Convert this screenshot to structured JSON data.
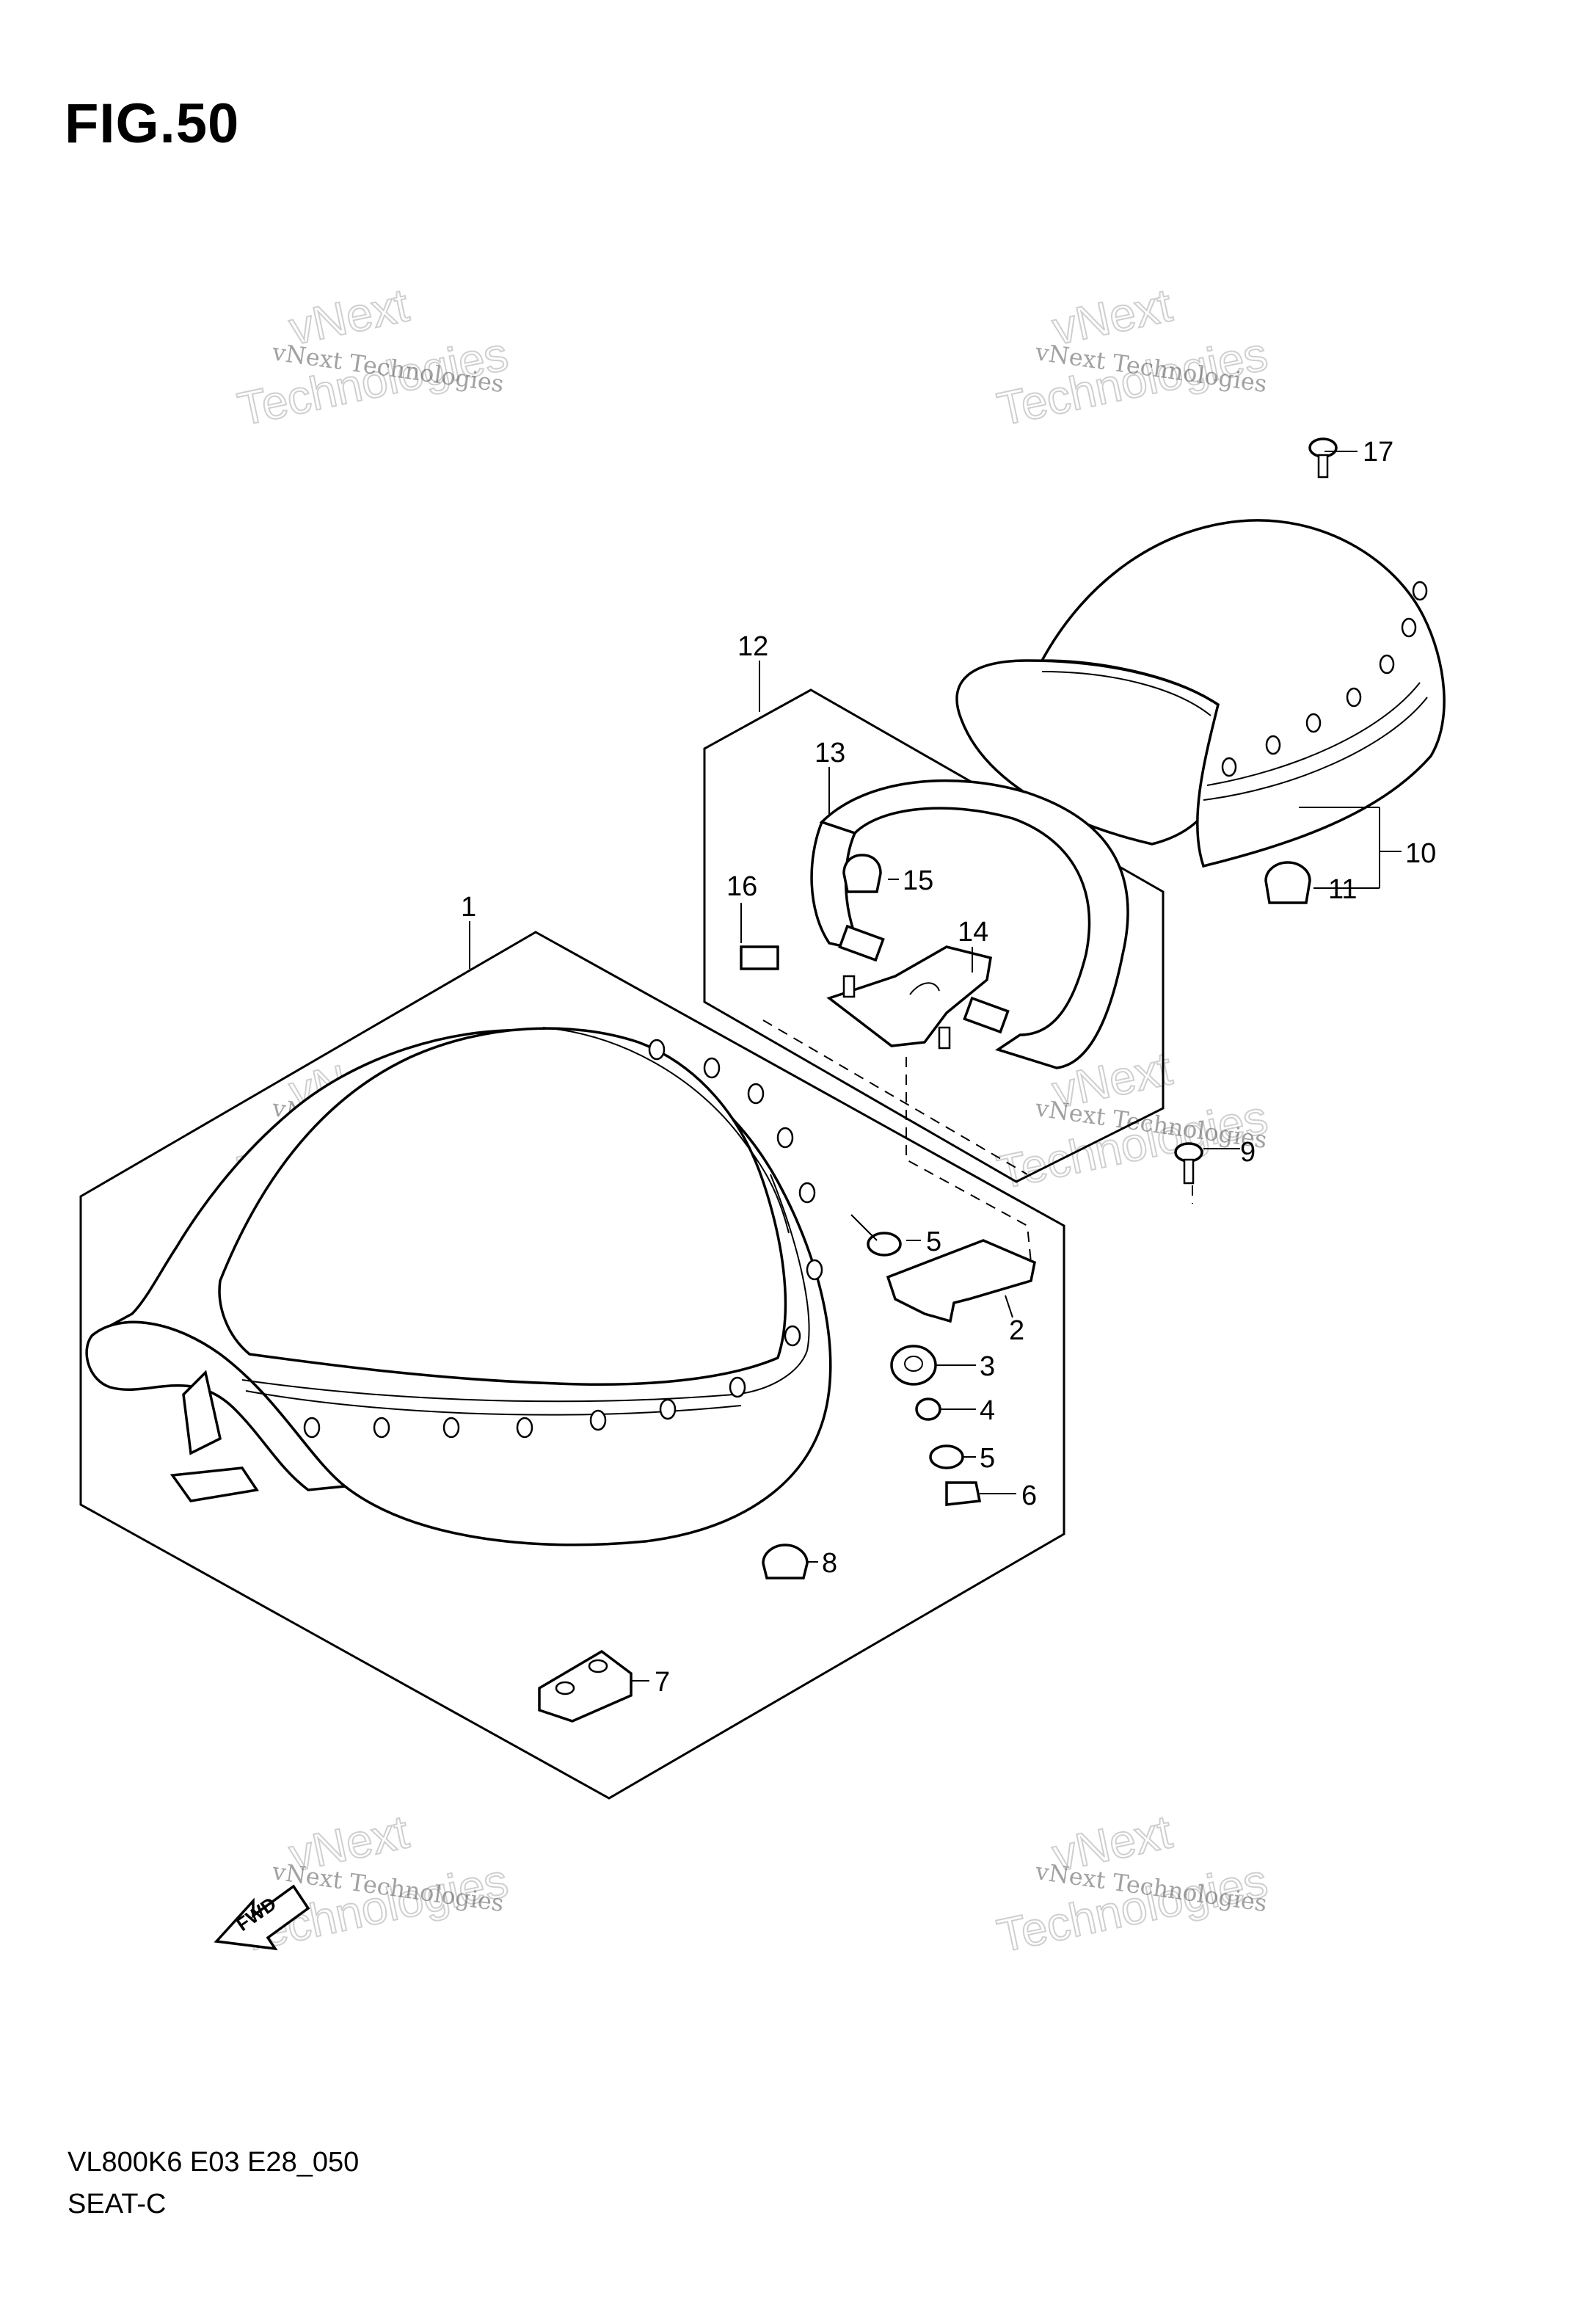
{
  "figure": {
    "title": "FIG.50",
    "model_code": "VL800K6 E03 E28_050",
    "section_name": "SEAT-C",
    "fwd_label": "FWD"
  },
  "watermark": {
    "line1": "vNext Technologies",
    "line2": "vNext",
    "line3": "Technologies"
  },
  "callouts": {
    "p1": "1",
    "p2": "2",
    "p3": "3",
    "p4": "4",
    "p5a": "5",
    "p5b": "5",
    "p6": "6",
    "p7": "7",
    "p8": "8",
    "p9": "9",
    "p10": "10",
    "p11": "11",
    "p12": "12",
    "p13": "13",
    "p14": "14",
    "p15": "15",
    "p16": "16",
    "p17": "17"
  }
}
